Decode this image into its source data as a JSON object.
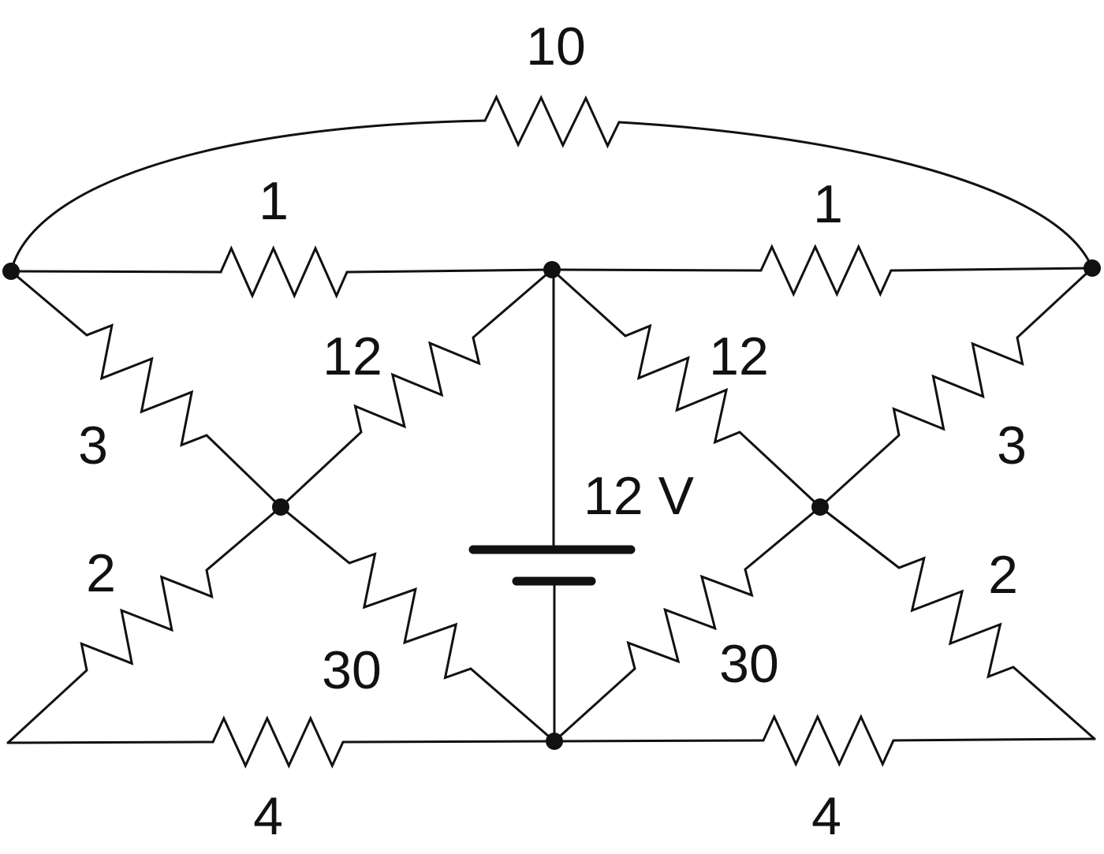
{
  "circuit": {
    "source": {
      "label": "12 V"
    },
    "resistors": [
      {
        "id": "top-arc",
        "label": "10"
      },
      {
        "id": "top-left",
        "label": "1"
      },
      {
        "id": "top-right",
        "label": "1"
      },
      {
        "id": "upper-left-outer",
        "label": "3"
      },
      {
        "id": "upper-left-inner",
        "label": "12"
      },
      {
        "id": "upper-right-inner",
        "label": "12"
      },
      {
        "id": "upper-right-outer",
        "label": "3"
      },
      {
        "id": "lower-left-outer",
        "label": "2"
      },
      {
        "id": "lower-left-inner",
        "label": "30"
      },
      {
        "id": "lower-right-inner",
        "label": "30"
      },
      {
        "id": "lower-right-outer",
        "label": "2"
      },
      {
        "id": "bottom-left",
        "label": "4"
      },
      {
        "id": "bottom-right",
        "label": "4"
      }
    ]
  }
}
